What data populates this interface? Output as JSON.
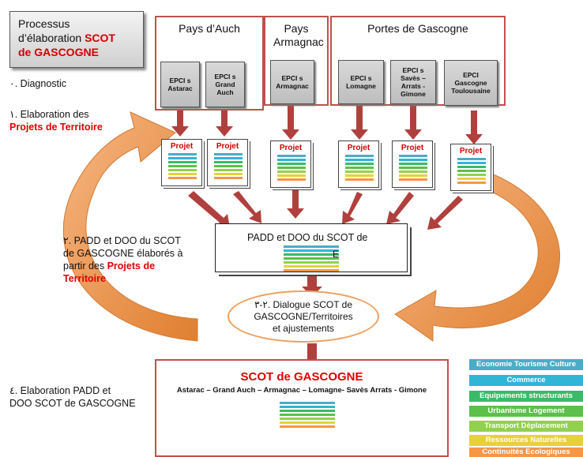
{
  "title": {
    "line1": "Processus",
    "line2": "d’élaboration",
    "red1": "SCOT",
    "red2": "de GASCOGNE"
  },
  "steps": {
    "s0": "٠. Diagnostic",
    "s1a": "١. Elaboration des",
    "s1b": "Projets de Territoire",
    "s2a": "٢. PADD et DOO du SCOT",
    "s2b": "de GASCOGNE élaborés à",
    "s2c": "partir des",
    "s2d": "Projets de",
    "s2e": "Territoire",
    "s4a": "٤. Elaboration PADD et",
    "s4b": "DOO SCOT de GASCOGNE"
  },
  "regions": {
    "auch": "Pays d’Auch",
    "armagnac": "Pays Armagnac",
    "portes": "Portes de Gascogne"
  },
  "epci": [
    {
      "l1": "EPCI s",
      "l2": "Astarac",
      "l3": ""
    },
    {
      "l1": "EPCI s",
      "l2": "Grand",
      "l3": "Auch"
    },
    {
      "l1": "EPCI s",
      "l2": "Armagnac",
      "l3": ""
    },
    {
      "l1": "EPCI s",
      "l2": "Lomagne",
      "l3": ""
    },
    {
      "l1": "EPCI s",
      "l2": "Savès –",
      "l3": "Arrats - Gimone"
    },
    {
      "l1": "EPCI",
      "l2": "Gascogne",
      "l3": "Toulousaine"
    }
  ],
  "project_label": "Projet",
  "padd": {
    "line1": "PADD et DOO du SCOT de",
    "tail": "E"
  },
  "dialogue": {
    "l1": "٢-٣. Dialogue SCOT de",
    "l2": "GASCOGNE/Territoires",
    "l3": "et ajustements"
  },
  "scot": {
    "title": "SCOT de GASCOGNE",
    "subtitle": "Astarac – Grand Auch – Armagnac – Lomagne- Savès Arrats - Gimone"
  },
  "legend": [
    {
      "label": "Economie Tourisme Culture",
      "color": "#4bacc6"
    },
    {
      "label": "Commerce",
      "color": "#31b5d6"
    },
    {
      "label": "Equipements structurants",
      "color": "#3cba68"
    },
    {
      "label": "Urbanisme Logement",
      "color": "#5cc04a"
    },
    {
      "label": "Transport Déplacement",
      "color": "#92d050"
    },
    {
      "label": "Ressources Naturelles",
      "color": "#e5d23a"
    },
    {
      "label": "Continuités Ecologiques",
      "color": "#f79646"
    }
  ],
  "colors": {
    "border_red": "#c0504d",
    "arrow_dark": "#b0403d",
    "cycle_orange": "#e8924a",
    "text_red": "#e00000"
  }
}
